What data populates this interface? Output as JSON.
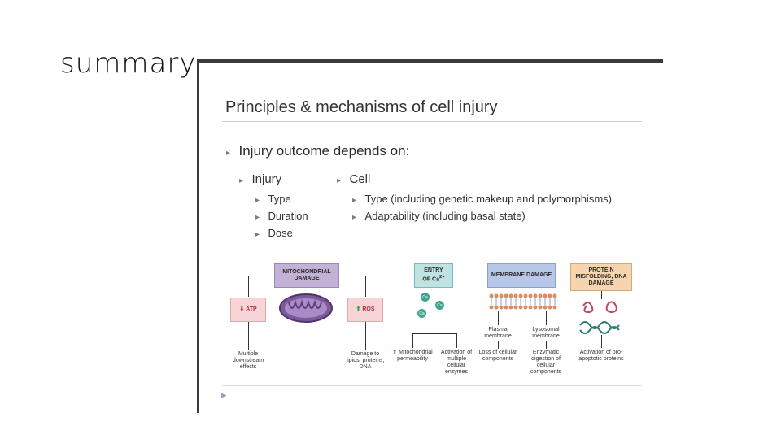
{
  "slide": {
    "title": "summary"
  },
  "content": {
    "heading": "Principles & mechanisms of cell injury",
    "main_point": "Injury outcome depends on:",
    "injury": {
      "label": "Injury",
      "items": [
        "Type",
        "Duration",
        "Dose"
      ]
    },
    "cell": {
      "label": "Cell",
      "items": [
        "Type (including genetic makeup and polymorphisms)",
        "Adaptability (including basal state)"
      ]
    }
  },
  "diagram": {
    "mito_box": "MITOCHONDRIAL DAMAGE",
    "atp_box": "ATP",
    "ros_box": "ROS",
    "entry_box_line1": "ENTRY",
    "entry_box_line2": "OF Ca",
    "membrane_box": "MEMBRANE DAMAGE",
    "protein_box": "PROTEIN MISFOLDING, DNA DAMAGE",
    "ca_label": "Ca",
    "plasma_membrane": "Plasma membrane",
    "lysosomal_membrane": "Lysosomal membrane",
    "outcomes": {
      "downstream": "Multiple downstream effects",
      "damage": "Damage to lipids, proteins, DNA",
      "mito_perm": "Mitochondrial permeability",
      "activation_enzymes": "Activation of multiple cellular enzymes",
      "loss_components": "Loss of cellular components",
      "enzymatic_digestion": "Enzymatic digestion of cellular components",
      "apoptotic": "Activation of pro-apoptotic proteins"
    }
  },
  "colors": {
    "mito": "#c2b3d6",
    "entry": "#bfe3e0",
    "membrane": "#b7c7e8",
    "protein": "#f6d4ae",
    "energy": "#f7d5d7",
    "up_arrow": "#2a9d55",
    "down_arrow": "#c0263a"
  }
}
